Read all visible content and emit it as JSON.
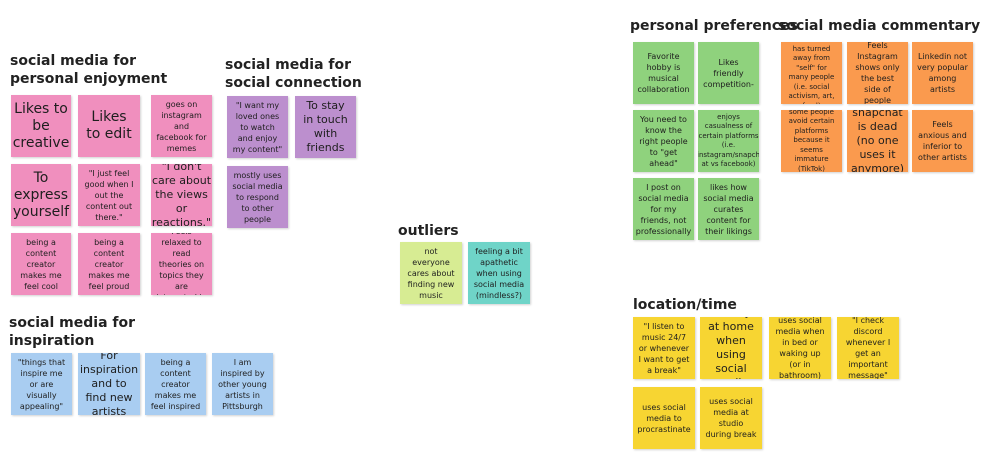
{
  "groups": {
    "personal_enjoyment": {
      "title": "social media for\npersonal enjoyment",
      "notes": [
        "Likes to be creative",
        "Likes to edit",
        "goes on instagram and facebook for memes",
        "To express yourself",
        "\"I just feel good when I out the content out there.\"",
        "\"I don't care about the views or reactions.\"",
        "being a content creator makes me feel cool",
        "being a content creator makes me feel proud",
        "Feels relaxed to read theories on topics they are interested in"
      ]
    },
    "social_connection": {
      "title": "social media for\nsocial connection",
      "notes": [
        "\"I want my loved ones to watch and enjoy my content\"",
        "To stay in touch with friends",
        "mostly uses social media to respond to other people"
      ]
    },
    "inspiration": {
      "title": "social media for\ninspiration",
      "notes": [
        "\"things that inspire me or are visually appealing\"",
        "For inspiration and to find new artists",
        "being a content creator makes me feel inspired",
        "I am inspired by other young artists in Pittsburgh"
      ]
    },
    "outliers": {
      "title": "outliers",
      "notes": [
        "not everyone cares about finding new music",
        "feeling a bit apathetic when using social media (mindless?)"
      ]
    },
    "personal_preferences": {
      "title": "personal preferences",
      "notes": [
        "Favorite hobby is musical collaboration",
        "Likes friendly competition-",
        "You need to know the right people to \"get ahead\"",
        "enjoys casualness of certain platforms (i.e. instagram/snapch at vs facebook)",
        "I post on social media for my friends, not professionally",
        "likes how social media curates content for their likings"
      ]
    },
    "commentary": {
      "title": "social media commentary",
      "notes": [
        "social media has turned away from \"self\" for many people (i.e. social activism, art, food)",
        "Feels Instagram shows only the best side of people",
        "Linkedin not very popular among artists",
        "some people avoid certain platforms because it seems immature (TikTok)",
        "snapchat is dead (no one uses it anymore)",
        "Feels anxious and inferior to other artists"
      ]
    },
    "location_time": {
      "title": "location/time",
      "notes": [
        "\"I listen to music 24/7 or whenever I want to get a break\"",
        "Usually at home when using social media",
        "uses social media when in bed or waking up (or in bathroom)",
        "\"I check discord whenever I get an important message\"",
        "uses social media to procrastinate",
        "uses social media at studio during break"
      ]
    }
  },
  "colors": {
    "pink": "#f08fbe",
    "purple": "#bc8fce",
    "blue": "#a9cdf1",
    "green": "#8fd27d",
    "orange": "#fa9a4e",
    "yellow": "#f7d532",
    "lime": "#d7ec93",
    "teal": "#6fd4c8"
  }
}
